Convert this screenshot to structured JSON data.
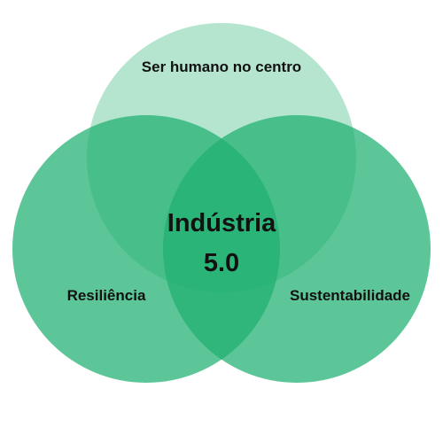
{
  "diagram": {
    "top_circle": {
      "label": "Ser humano no centro",
      "color": "#a8e0c6"
    },
    "left_circle": {
      "label": "Resiliência",
      "color": "#2fb87a"
    },
    "right_circle": {
      "label": "Sustentabilidade",
      "color": "#2fb87a"
    },
    "center": {
      "label_line1": "Indústria",
      "label_line2": "5.0"
    }
  }
}
